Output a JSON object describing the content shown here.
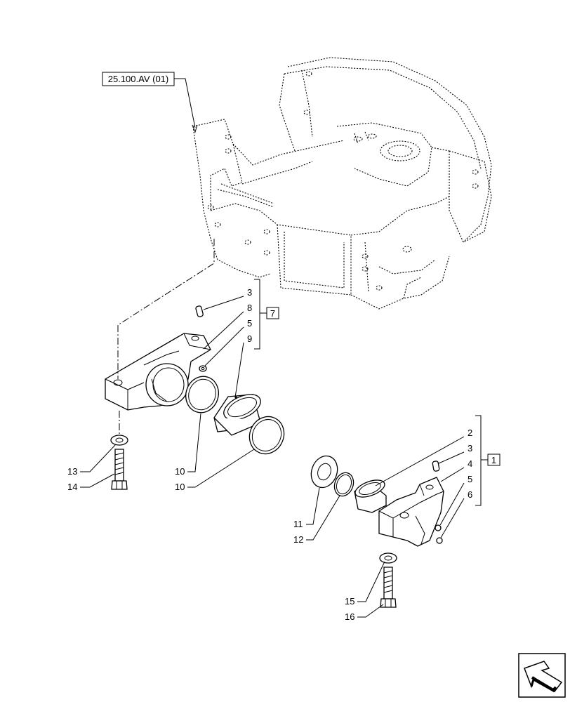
{
  "reference": {
    "label": "25.100.AV (01)"
  },
  "callouts": [
    {
      "id": "c3a",
      "text": "3"
    },
    {
      "id": "c8",
      "text": "8"
    },
    {
      "id": "c5a",
      "text": "5"
    },
    {
      "id": "c9",
      "text": "9"
    },
    {
      "id": "c13",
      "text": "13"
    },
    {
      "id": "c14",
      "text": "14"
    },
    {
      "id": "c10a",
      "text": "10"
    },
    {
      "id": "c10b",
      "text": "10"
    },
    {
      "id": "c2",
      "text": "2"
    },
    {
      "id": "c3b",
      "text": "3"
    },
    {
      "id": "c4",
      "text": "4"
    },
    {
      "id": "c5b",
      "text": "5"
    },
    {
      "id": "c6",
      "text": "6"
    },
    {
      "id": "c11",
      "text": "11"
    },
    {
      "id": "c12",
      "text": "12"
    },
    {
      "id": "c15",
      "text": "15"
    },
    {
      "id": "c16",
      "text": "16"
    }
  ],
  "kits": [
    {
      "id": "kit7",
      "text": "7"
    },
    {
      "id": "kit1",
      "text": "1"
    }
  ],
  "nav_icon": "next-page-arrow-icon"
}
